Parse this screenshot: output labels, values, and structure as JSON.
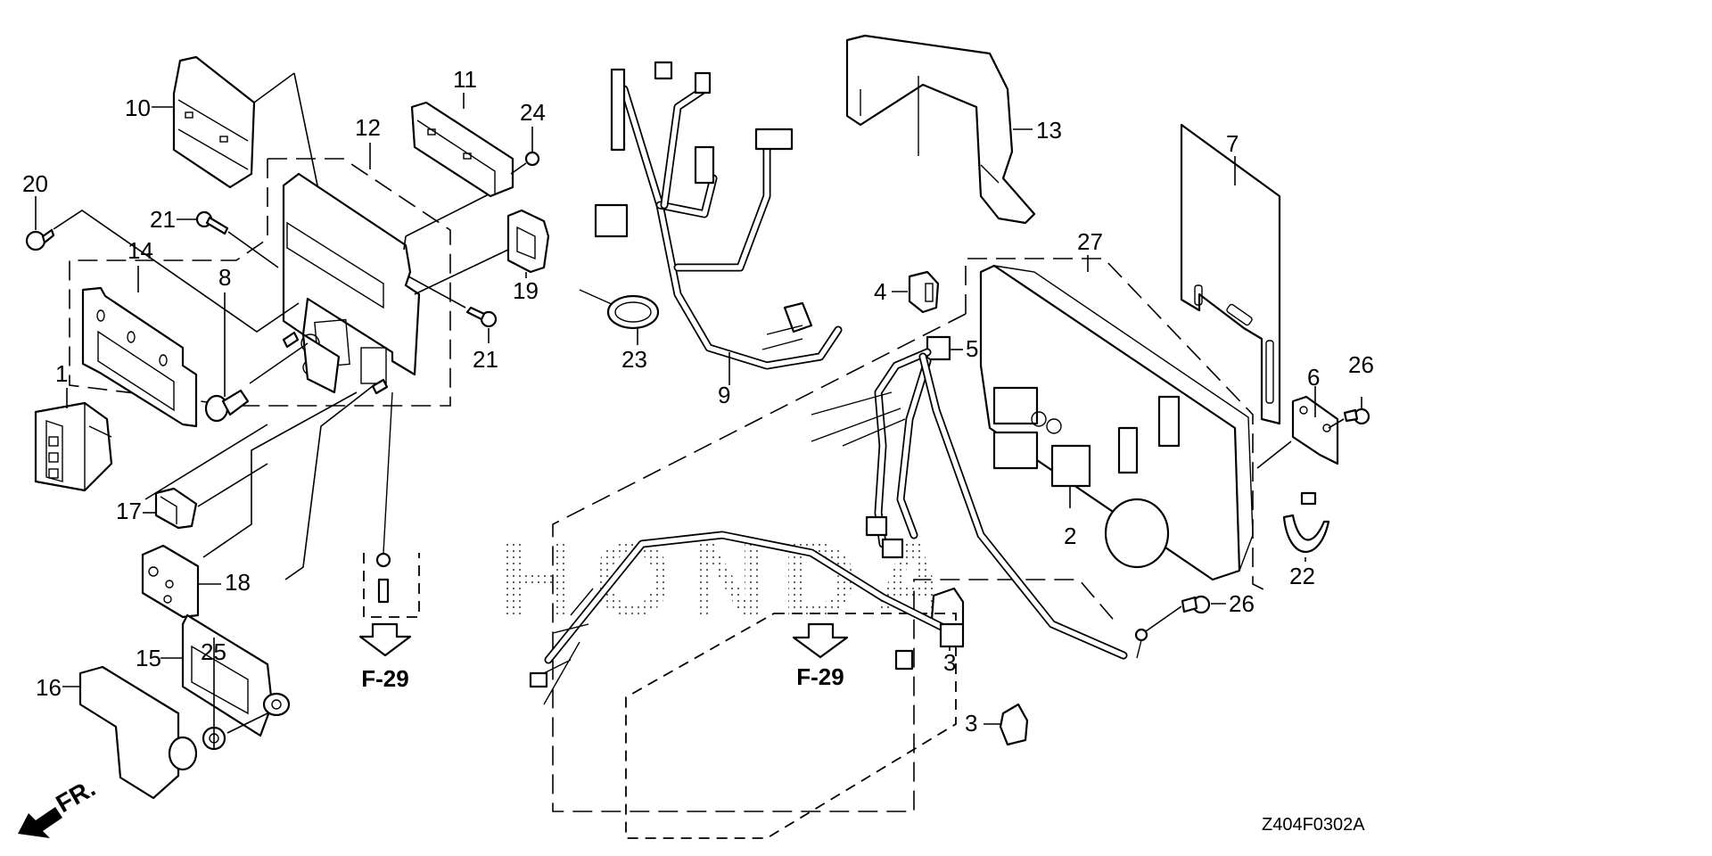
{
  "diagram": {
    "watermark": "HONDA",
    "figure_code": "Z404F0302A",
    "front_indicator": "FR.",
    "references": [
      {
        "id": "ref-upper",
        "label": "F-29"
      },
      {
        "id": "ref-lower",
        "label": "F-29"
      }
    ],
    "callouts": [
      {
        "n": "1"
      },
      {
        "n": "2"
      },
      {
        "n": "3"
      },
      {
        "n": "3"
      },
      {
        "n": "4"
      },
      {
        "n": "5"
      },
      {
        "n": "6"
      },
      {
        "n": "7"
      },
      {
        "n": "8"
      },
      {
        "n": "9"
      },
      {
        "n": "10"
      },
      {
        "n": "11"
      },
      {
        "n": "12"
      },
      {
        "n": "13"
      },
      {
        "n": "14"
      },
      {
        "n": "15"
      },
      {
        "n": "16"
      },
      {
        "n": "17"
      },
      {
        "n": "18"
      },
      {
        "n": "19"
      },
      {
        "n": "20"
      },
      {
        "n": "21"
      },
      {
        "n": "21"
      },
      {
        "n": "22"
      },
      {
        "n": "23"
      },
      {
        "n": "24"
      },
      {
        "n": "25"
      },
      {
        "n": "26"
      },
      {
        "n": "26"
      },
      {
        "n": "27"
      }
    ],
    "colors": {
      "line": "#000000",
      "background": "#ffffff",
      "watermark_dots": "#555555"
    }
  }
}
